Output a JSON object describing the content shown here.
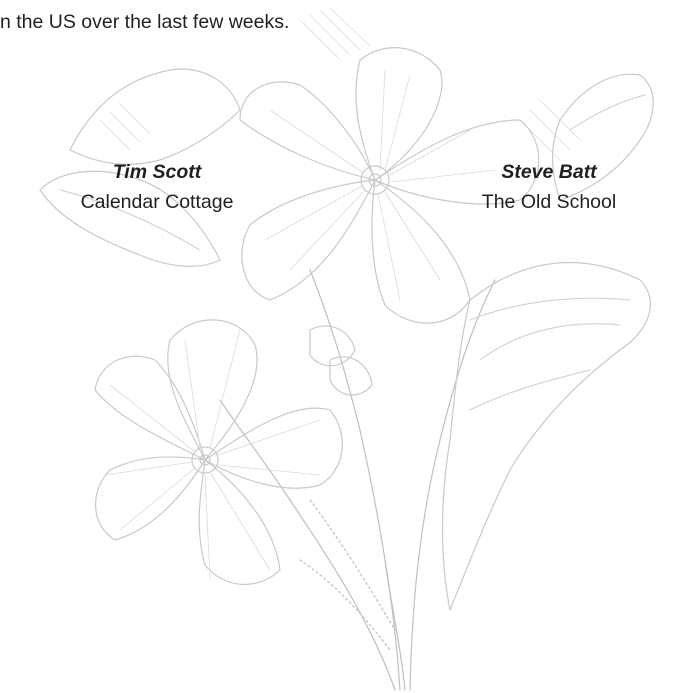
{
  "body_text": "n the US over the last few weeks.",
  "signatures": [
    {
      "name": "Tim Scott",
      "place": "Calendar Cottage"
    },
    {
      "name": "Steve Batt",
      "place": "The Old School"
    }
  ],
  "illustration": {
    "icon": "primrose-flower-illustration",
    "line_color": "#c9c9c9"
  }
}
